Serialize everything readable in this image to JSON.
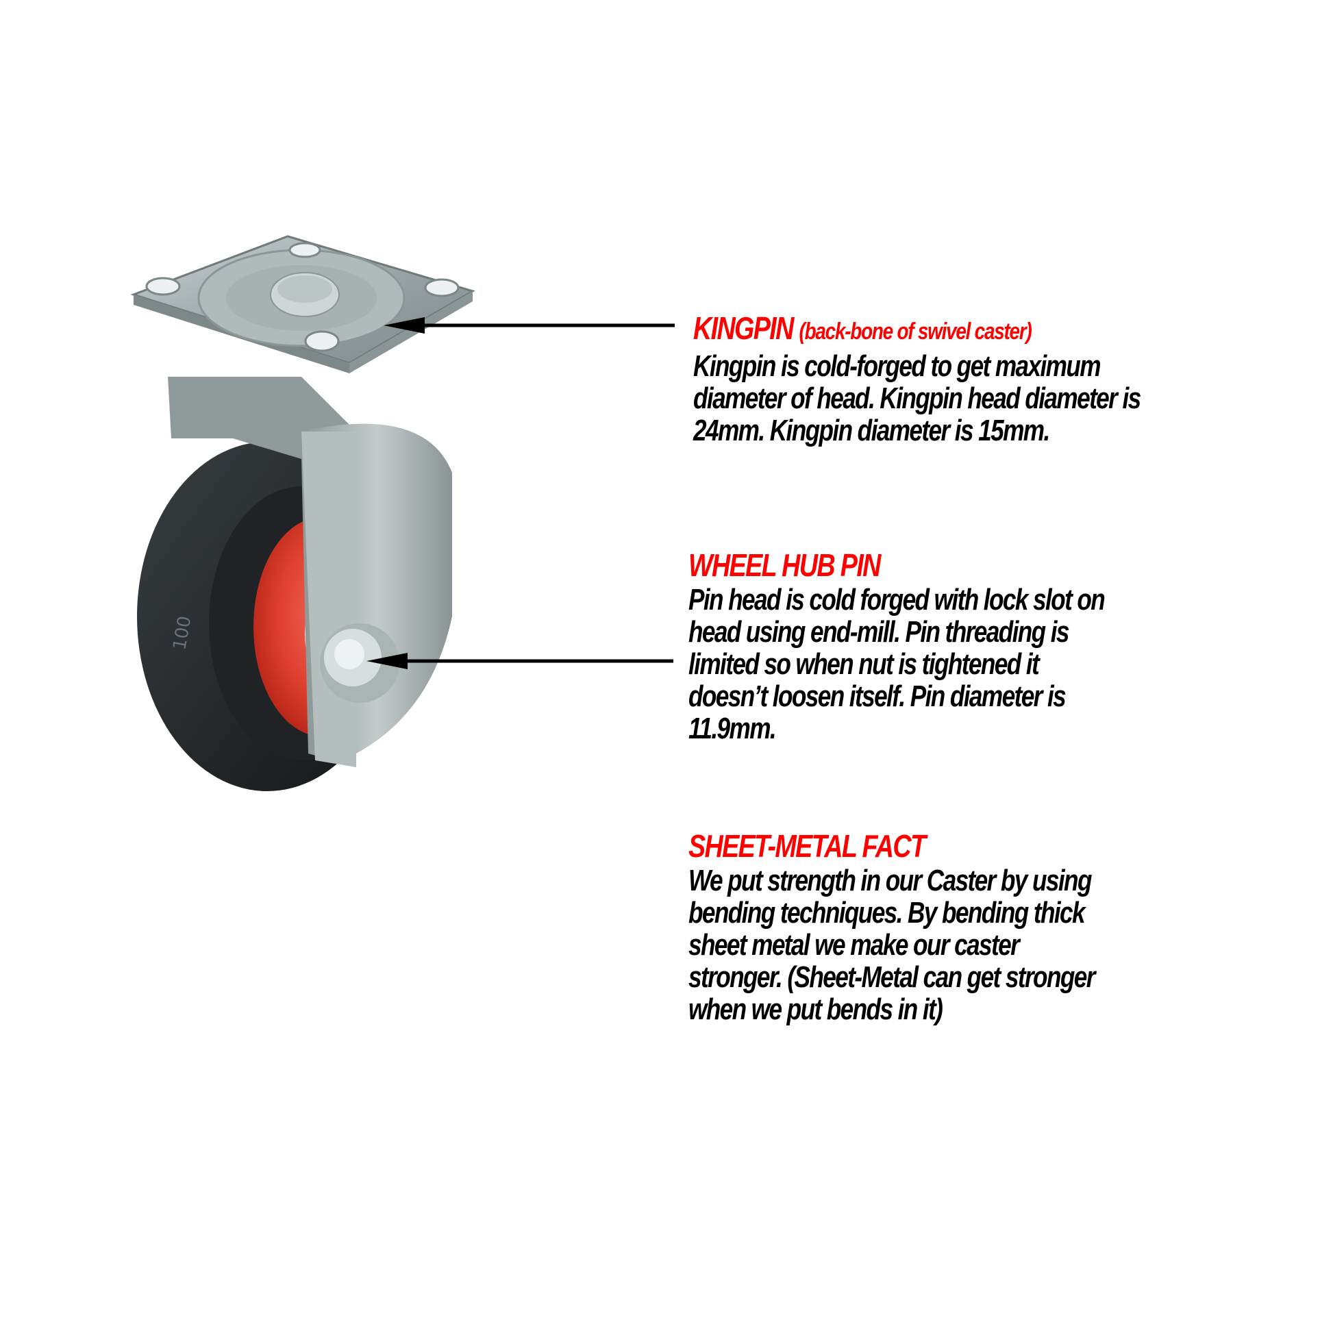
{
  "image": {
    "subject": "swivel caster with black rubber wheel and red hub",
    "wheel_marking": "100"
  },
  "colors": {
    "heading": "#ff0000",
    "body": "#000000",
    "background": "#ffffff",
    "arrow": "#000000"
  },
  "sections": [
    {
      "heading": "KINGPIN",
      "subheading": "(back-bone of swivel caster)",
      "lines": [
        "Kingpin is cold-forged to get maximum",
        "diameter of head. Kingpin head diameter is",
        "24mm. Kingpin diameter is 15mm."
      ]
    },
    {
      "heading": "WHEEL HUB PIN",
      "subheading": "",
      "lines": [
        "Pin head is cold forged with lock slot on",
        "head using end-mill. Pin threading is",
        "limited so when nut is tightened it",
        "doesn’t loosen itself. Pin diameter is",
        "11.9mm."
      ]
    },
    {
      "heading": "SHEET-METAL FACT",
      "subheading": "",
      "lines": [
        "We put strength in our Caster by using",
        "bending techniques. By bending thick",
        "sheet metal we make our caster",
        "stronger. (Sheet-Metal can get stronger",
        "when we put bends in it)"
      ]
    }
  ]
}
